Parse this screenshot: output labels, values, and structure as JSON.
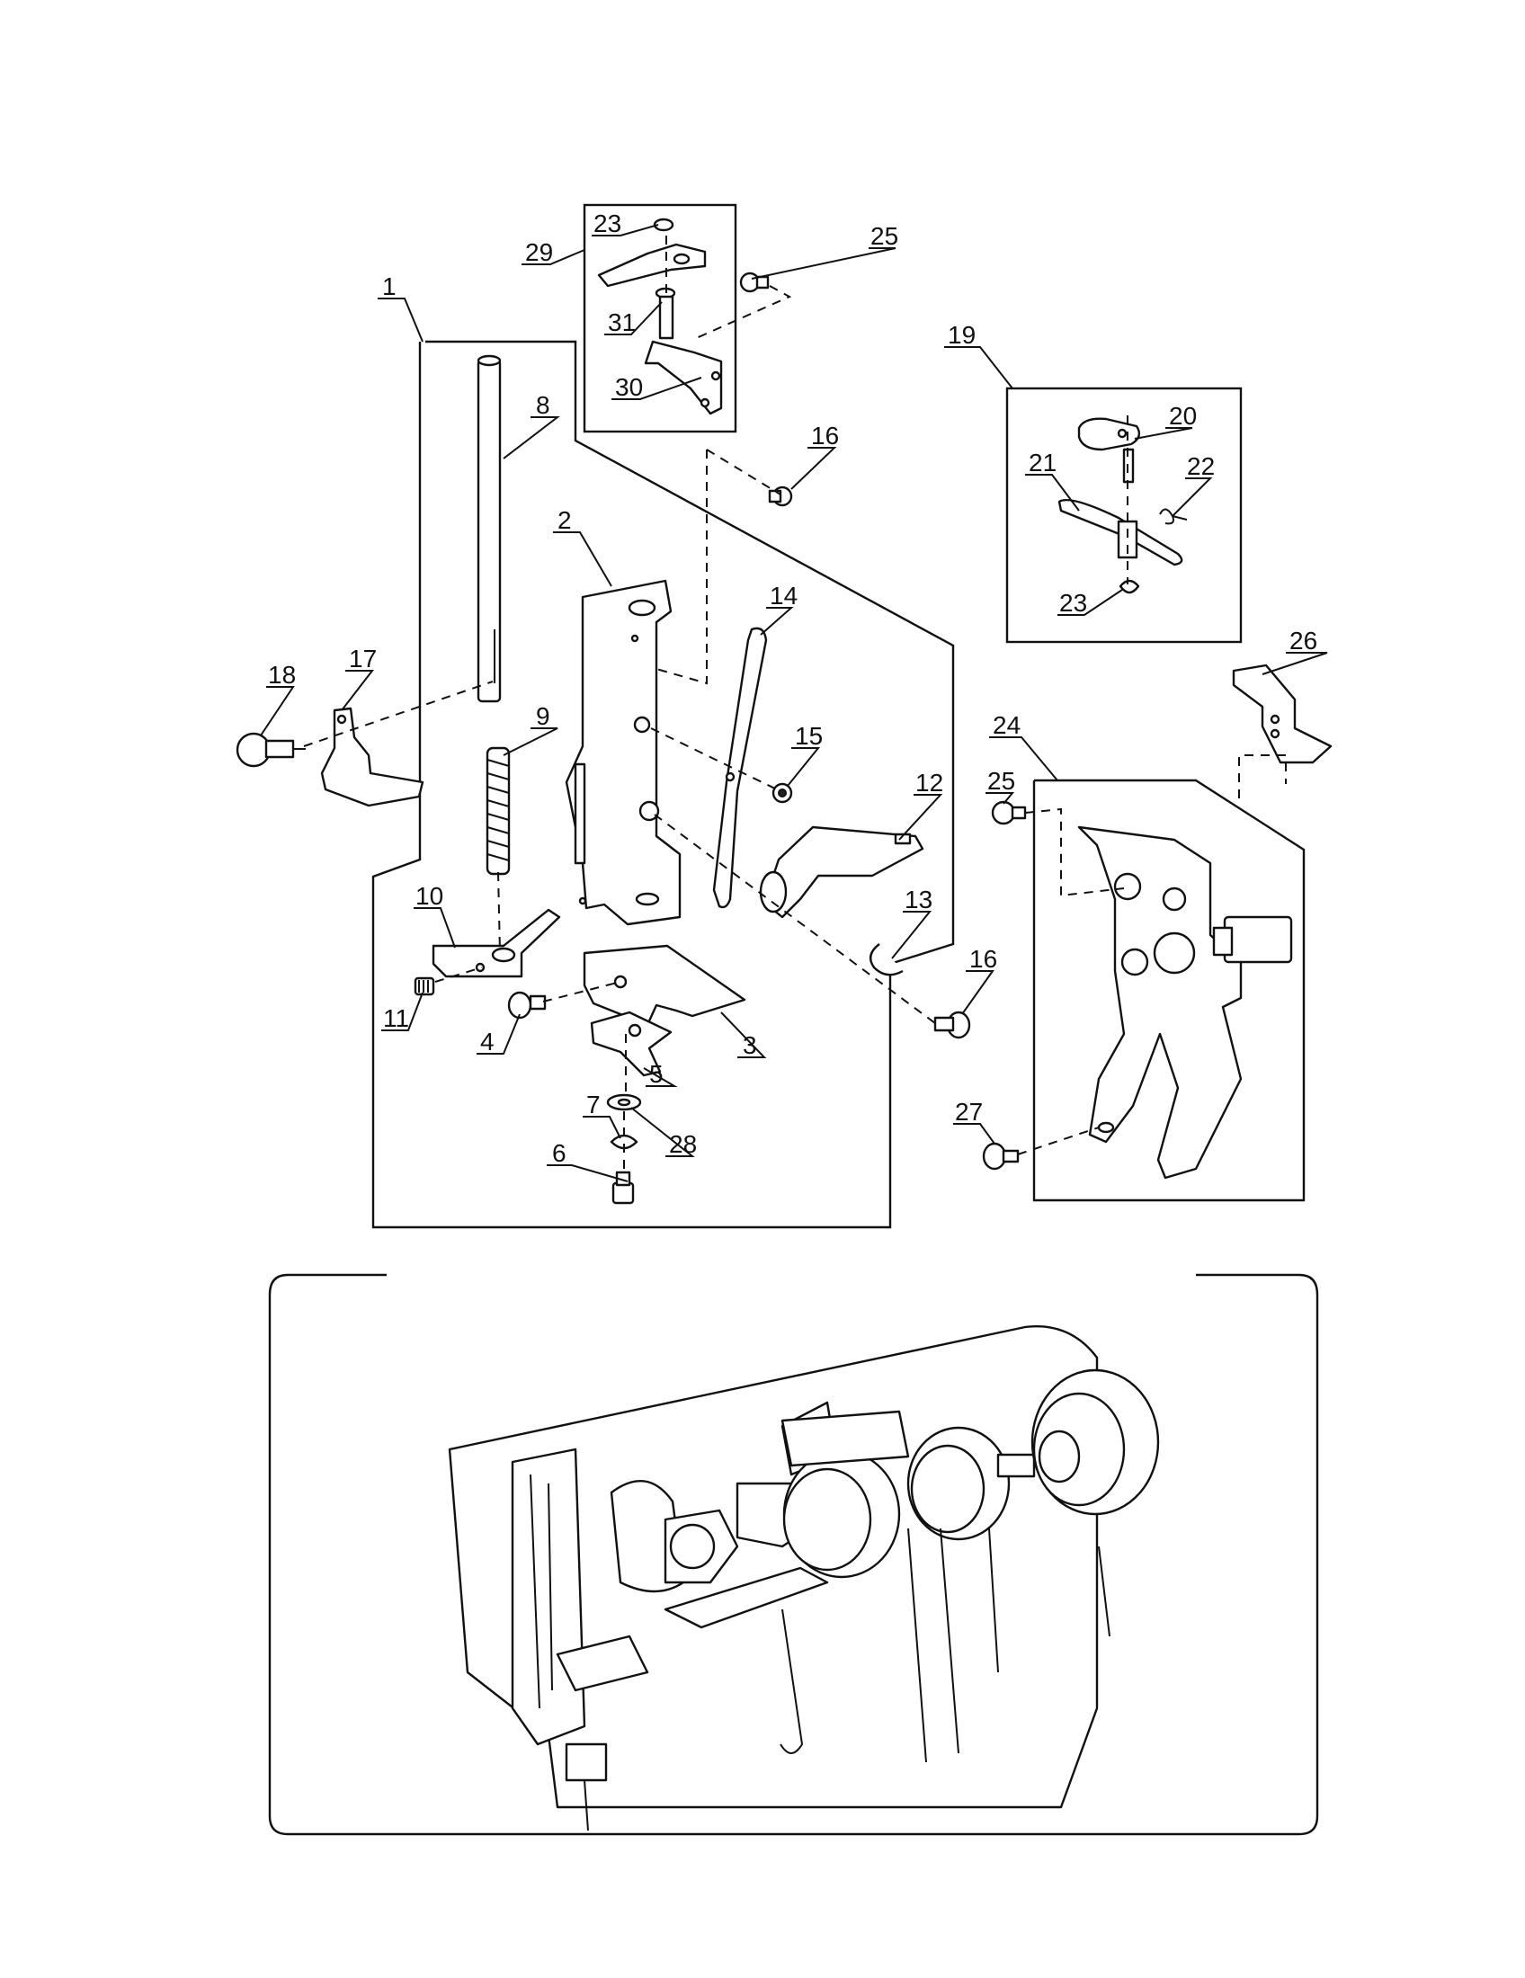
{
  "callouts": [
    {
      "id": "c1",
      "text": "1"
    },
    {
      "id": "c2",
      "text": "2"
    },
    {
      "id": "c3",
      "text": "3"
    },
    {
      "id": "c4",
      "text": "4"
    },
    {
      "id": "c5",
      "text": "5"
    },
    {
      "id": "c6",
      "text": "6"
    },
    {
      "id": "c7",
      "text": "7"
    },
    {
      "id": "c8",
      "text": "8"
    },
    {
      "id": "c9",
      "text": "9"
    },
    {
      "id": "c10",
      "text": "10"
    },
    {
      "id": "c11",
      "text": "11"
    },
    {
      "id": "c12",
      "text": "12"
    },
    {
      "id": "c13",
      "text": "13"
    },
    {
      "id": "c14",
      "text": "14"
    },
    {
      "id": "c15",
      "text": "15"
    },
    {
      "id": "c16a",
      "text": "16"
    },
    {
      "id": "c16b",
      "text": "16"
    },
    {
      "id": "c17",
      "text": "17"
    },
    {
      "id": "c18",
      "text": "18"
    },
    {
      "id": "c19",
      "text": "19"
    },
    {
      "id": "c20",
      "text": "20"
    },
    {
      "id": "c21",
      "text": "21"
    },
    {
      "id": "c22",
      "text": "22"
    },
    {
      "id": "c23a",
      "text": "23"
    },
    {
      "id": "c23b",
      "text": "23"
    },
    {
      "id": "c24",
      "text": "24"
    },
    {
      "id": "c25a",
      "text": "25"
    },
    {
      "id": "c25b",
      "text": "25"
    },
    {
      "id": "c26",
      "text": "26"
    },
    {
      "id": "c27",
      "text": "27"
    },
    {
      "id": "c28",
      "text": "28"
    },
    {
      "id": "c29",
      "text": "29"
    },
    {
      "id": "c30",
      "text": "30"
    },
    {
      "id": "c31",
      "text": "31"
    }
  ]
}
